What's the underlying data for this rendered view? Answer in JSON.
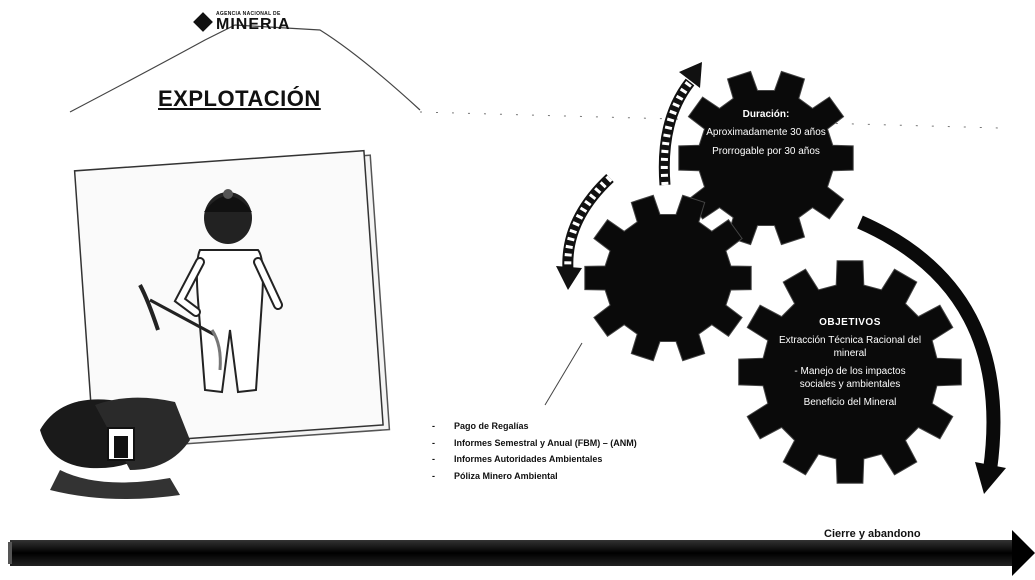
{
  "header": {
    "logo_small": "AGENCIA NACIONAL DE",
    "logo_big": "MINERIA",
    "logo_icon": "diamond-icon"
  },
  "title": "EXPLOTACIÓN",
  "gears": {
    "duration": {
      "heading": "Duración:",
      "line1": "Aproximadamente 30 años",
      "line2": "Prorrogable por 30 años"
    },
    "objectives": {
      "heading": "OBJETIVOS",
      "items": [
        "Extracción Técnica Racional del mineral",
        "- Manejo de los impactos sociales y ambientales",
        "Beneficio del Mineral"
      ]
    }
  },
  "obligations": [
    "Pago de Regalías",
    "Informes Semestral y Anual (FBM) – (ANM)",
    "Informes Autoridades Ambientales",
    "Póliza Minero Ambiental"
  ],
  "timeline": {
    "next_phase": "Cierre y abandono"
  },
  "colors": {
    "gear": "#0a0a0a",
    "background": "#ffffff",
    "arrow": "#0a0a0a"
  }
}
